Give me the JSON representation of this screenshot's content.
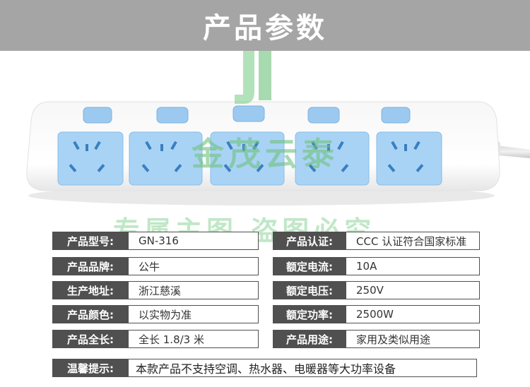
{
  "header": {
    "title": "产品参数"
  },
  "watermark": {
    "logo_text": "金茂云泰",
    "text": "专属主图  盗图必究"
  },
  "specs_left": [
    {
      "label": "产品型号:",
      "value": "GN-316"
    },
    {
      "label": "产品品牌:",
      "value": "公牛"
    },
    {
      "label": "生产地址:",
      "value": "浙江慈溪"
    },
    {
      "label": "产品颜色:",
      "value": "以实物为准"
    },
    {
      "label": "产品全长:",
      "value": "全长 1.8/3 米"
    }
  ],
  "specs_right": [
    {
      "label": "产品认证:",
      "value": "CCC 认证符合国家标准"
    },
    {
      "label": "额定电流:",
      "value": "10A"
    },
    {
      "label": "额定电压:",
      "value": "250V"
    },
    {
      "label": "额定功率:",
      "value": "2500W"
    },
    {
      "label": "产品用途:",
      "value": "家用及类似用途"
    }
  ],
  "note": {
    "label": "温馨提示:",
    "value": "本款产品不支持空调、热水器、电暖器等大功率设备"
  },
  "colors": {
    "header_bg": "#a5a5a5",
    "label_bg": "#505050",
    "socket_blue": "#a9d3f5",
    "switch_blue": "#9cc9ef",
    "watermark_green": "#7fcf8c"
  },
  "icons": [
    "power-strip-image",
    "watermark-logo"
  ]
}
